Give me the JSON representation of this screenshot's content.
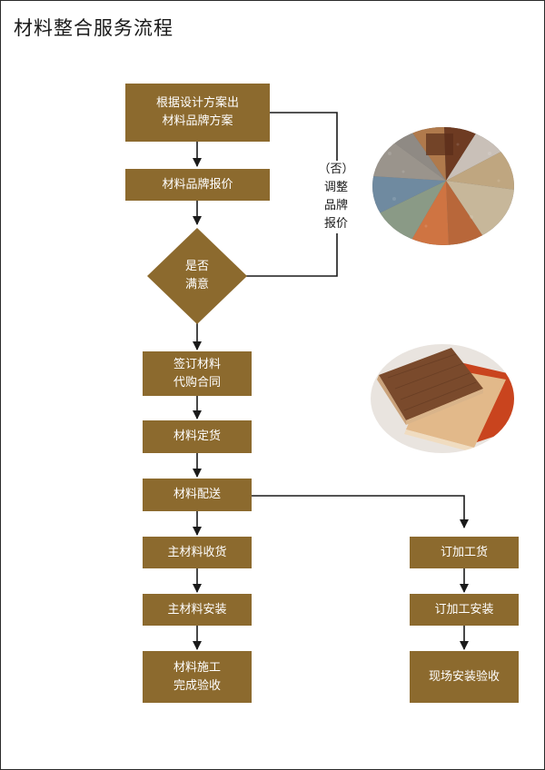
{
  "title": "材料整合服务流程",
  "colors": {
    "box": "#8c6a2e",
    "line": "#1a1a1a"
  },
  "nodes": {
    "plan": "根据设计方案出\n材料品牌方案",
    "quote": "材料品牌报价",
    "decision": "是否\n满意",
    "contract": "签订材料\n代购合同",
    "order": "材料定货",
    "delivery": "材料配送",
    "receive": "主材料收货",
    "install": "主材料安装",
    "accept": "材料施工\n完成验收",
    "custom_order": "订加工货",
    "custom_install": "订加工安装",
    "site_accept": "现场安装验收"
  },
  "loop_label": "（否）\n调整\n品牌\n报价",
  "images": [
    "material-samples-fan-photo",
    "wood-panel-samples-photo"
  ]
}
